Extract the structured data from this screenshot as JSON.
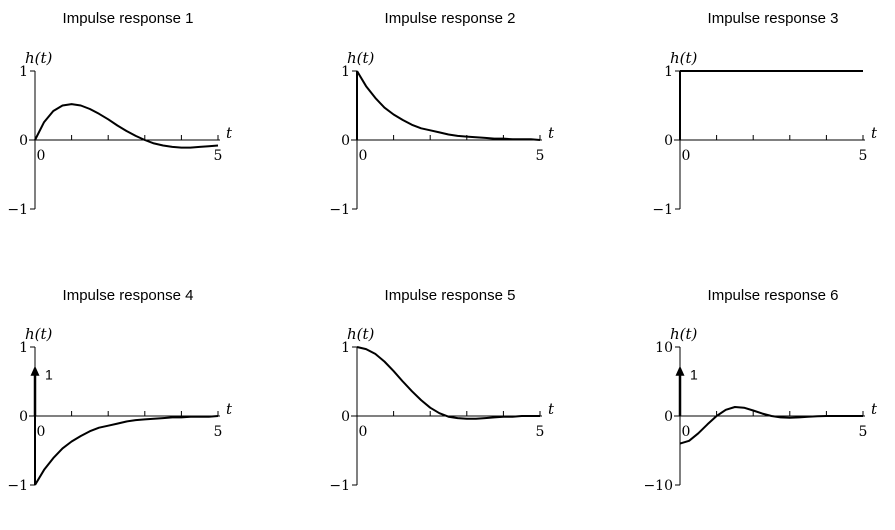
{
  "chart_data": [
    {
      "type": "line",
      "title": "Impulse response 1",
      "ylabel": "h(t)",
      "xlabel": "t",
      "xlim": [
        0,
        5
      ],
      "ylim": [
        -1,
        1
      ],
      "yticks": [
        "1",
        "0",
        "−1"
      ],
      "xticks": [
        "0",
        "5"
      ],
      "x": [
        0,
        0.25,
        0.5,
        0.75,
        1,
        1.25,
        1.5,
        1.75,
        2,
        2.25,
        2.5,
        2.75,
        3,
        3.25,
        3.5,
        3.75,
        4,
        4.25,
        4.5,
        4.75,
        5
      ],
      "y": [
        0,
        0.26,
        0.42,
        0.5,
        0.52,
        0.5,
        0.45,
        0.38,
        0.3,
        0.21,
        0.13,
        0.06,
        0.0,
        -0.05,
        -0.08,
        -0.1,
        -0.11,
        -0.11,
        -0.1,
        -0.09,
        -0.08
      ],
      "impulse": null
    },
    {
      "type": "line",
      "title": "Impulse response 2",
      "ylabel": "h(t)",
      "xlabel": "t",
      "xlim": [
        0,
        5
      ],
      "ylim": [
        -1,
        1
      ],
      "yticks": [
        "1",
        "0",
        "−1"
      ],
      "xticks": [
        "0",
        "5"
      ],
      "x": [
        0,
        0.25,
        0.5,
        0.75,
        1,
        1.25,
        1.5,
        1.75,
        2,
        2.25,
        2.5,
        2.75,
        3,
        3.25,
        3.5,
        3.75,
        4,
        4.25,
        4.5,
        4.75,
        5
      ],
      "y": [
        1,
        0.78,
        0.61,
        0.47,
        0.37,
        0.29,
        0.22,
        0.17,
        0.14,
        0.11,
        0.08,
        0.06,
        0.05,
        0.04,
        0.03,
        0.02,
        0.02,
        0.01,
        0.01,
        0.01,
        0.0
      ],
      "vertical_at_zero": [
        0,
        1
      ],
      "impulse": null
    },
    {
      "type": "line",
      "title": "Impulse response 3",
      "ylabel": "h(t)",
      "xlabel": "t",
      "xlim": [
        0,
        5
      ],
      "ylim": [
        -1,
        1
      ],
      "yticks": [
        "1",
        "0",
        "−1"
      ],
      "xticks": [
        "0",
        "5"
      ],
      "x": [
        0,
        5
      ],
      "y": [
        1,
        1
      ],
      "vertical_at_zero": [
        0,
        1
      ],
      "impulse": null
    },
    {
      "type": "line",
      "title": "Impulse response 4",
      "ylabel": "h(t)",
      "xlabel": "t",
      "xlim": [
        0,
        5
      ],
      "ylim": [
        -1,
        1
      ],
      "yticks": [
        "1",
        "0",
        "−1"
      ],
      "xticks": [
        "0",
        "5"
      ],
      "x": [
        0,
        0.25,
        0.5,
        0.75,
        1,
        1.25,
        1.5,
        1.75,
        2,
        2.25,
        2.5,
        2.75,
        3,
        3.25,
        3.5,
        3.75,
        4,
        4.25,
        4.5,
        4.75,
        5
      ],
      "y": [
        -1,
        -0.78,
        -0.61,
        -0.47,
        -0.37,
        -0.29,
        -0.22,
        -0.17,
        -0.14,
        -0.11,
        -0.08,
        -0.06,
        -0.05,
        -0.04,
        -0.03,
        -0.02,
        -0.02,
        -0.01,
        -0.01,
        -0.01,
        0.0
      ],
      "vertical_at_zero": [
        -1,
        0
      ],
      "impulse": {
        "at": 0,
        "height": 0.7,
        "label": "1"
      }
    },
    {
      "type": "line",
      "title": "Impulse response 5",
      "ylabel": "h(t)",
      "xlabel": "t",
      "xlim": [
        0,
        5
      ],
      "ylim": [
        -1,
        1
      ],
      "yticks": [
        "1",
        "0",
        "−1"
      ],
      "xticks": [
        "0",
        "5"
      ],
      "x": [
        0,
        0.25,
        0.5,
        0.75,
        1,
        1.25,
        1.5,
        1.75,
        2,
        2.25,
        2.5,
        2.75,
        3,
        3.25,
        3.5,
        3.75,
        4,
        4.25,
        4.5,
        4.75,
        5
      ],
      "y": [
        1,
        0.97,
        0.9,
        0.79,
        0.65,
        0.5,
        0.36,
        0.23,
        0.12,
        0.04,
        -0.01,
        -0.03,
        -0.04,
        -0.04,
        -0.03,
        -0.02,
        -0.01,
        -0.01,
        0.0,
        0.0,
        0.0
      ],
      "impulse": null
    },
    {
      "type": "line",
      "title": "Impulse response 6",
      "ylabel": "h(t)",
      "xlabel": "t",
      "xlim": [
        0,
        5
      ],
      "ylim": [
        -10,
        10
      ],
      "yticks": [
        "10",
        "0",
        "−10"
      ],
      "xticks": [
        "0",
        "5"
      ],
      "x": [
        0,
        0.25,
        0.5,
        0.75,
        1,
        1.25,
        1.5,
        1.75,
        2,
        2.25,
        2.5,
        2.75,
        3,
        3.25,
        3.5,
        3.75,
        4,
        4.25,
        4.5,
        4.75,
        5
      ],
      "y": [
        -4,
        -3.6,
        -2.5,
        -1.2,
        0.0,
        0.9,
        1.3,
        1.2,
        0.8,
        0.35,
        0.0,
        -0.2,
        -0.25,
        -0.2,
        -0.1,
        -0.05,
        0.0,
        0.0,
        0.0,
        0.0,
        0.0
      ],
      "impulse": {
        "at": 0,
        "height": 7,
        "label": "1"
      }
    }
  ]
}
